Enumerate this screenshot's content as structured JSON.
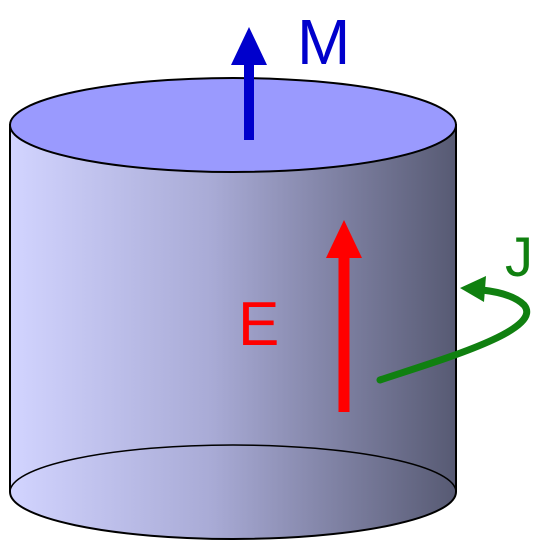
{
  "labels": {
    "magnetization": "M",
    "electric_field": "E",
    "current": "J"
  },
  "colors": {
    "magnetization": "#0000cc",
    "electric_field": "#ff0000",
    "current": "#108010",
    "cylinder_top": "#9a9afe",
    "cylinder_side_light": "#cfd0ff",
    "cylinder_side_dark": "#5a5d78",
    "outline": "#000000"
  }
}
